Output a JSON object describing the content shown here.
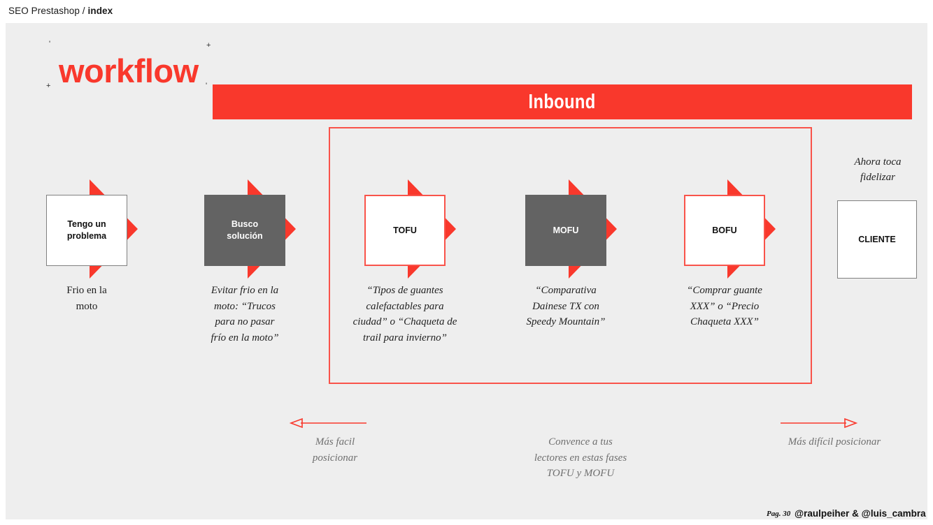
{
  "header": {
    "title_prefix": "SEO Prestashop / ",
    "title_bold": "index"
  },
  "slide": {
    "title": "workflow",
    "banner_label": "Inbound",
    "crop_marks": [
      "'",
      "+",
      "+",
      "'"
    ]
  },
  "stages": [
    {
      "id": "tengo-un-problema",
      "label": "Tengo un\nproblema",
      "label_line1": "Tengo un",
      "label_line2": "problema",
      "box_style": "white",
      "caption": "Frio en la\nmoto",
      "caption_line1": "Frio en la",
      "caption_line2": "moto",
      "caption_italic": false
    },
    {
      "id": "busco-solucion",
      "label_line1": "Busco",
      "label_line2": "solución",
      "box_style": "gray",
      "caption_line1": "Evitar frio en la",
      "caption_line2": "moto: “Trucos",
      "caption_line3": "para no pasar",
      "caption_line4": "frío en la moto”",
      "caption_italic": true
    },
    {
      "id": "tofu",
      "label_line1": "TOFU",
      "box_style": "redout",
      "caption_line1": "“Tipos de guantes",
      "caption_line2": "calefactables para",
      "caption_line3": "ciudad” o “Chaqueta de",
      "caption_line4": "trail para invierno”",
      "caption_italic": true
    },
    {
      "id": "mofu",
      "label_line1": "MOFU",
      "box_style": "gray",
      "caption_line1": "“Comparativa",
      "caption_line2": "Dainese TX con",
      "caption_line3": "Speedy Mountain”",
      "caption_italic": true
    },
    {
      "id": "bofu",
      "label_line1": "BOFU",
      "box_style": "redout",
      "caption_line1": "“Comprar guante",
      "caption_line2": "XXX” o “Precio",
      "caption_line3": "Chaqueta XXX”",
      "caption_italic": true
    }
  ],
  "cliente": {
    "note_line1": "Ahora toca",
    "note_line2": "fidelizar",
    "label": "CLIENTE"
  },
  "annotations": {
    "left": {
      "line1": "Más facil",
      "line2": "posicionar",
      "arrow_direction": "left"
    },
    "center": {
      "line1": "Convence a tus",
      "line2": "lectores en estas fases",
      "line3": "TOFU y MOFU"
    },
    "right": {
      "line1": "Más difícil posicionar",
      "arrow_direction": "right"
    }
  },
  "footer": {
    "page": "Pag. 30",
    "handles": "@raulpeiher & @luis_cambra"
  },
  "colors": {
    "accent_red": "#f9382c",
    "frame_red": "#f9534a",
    "box_gray": "#636363",
    "slide_bg": "#eeeeee",
    "note_gray": "#6f6f6f"
  }
}
